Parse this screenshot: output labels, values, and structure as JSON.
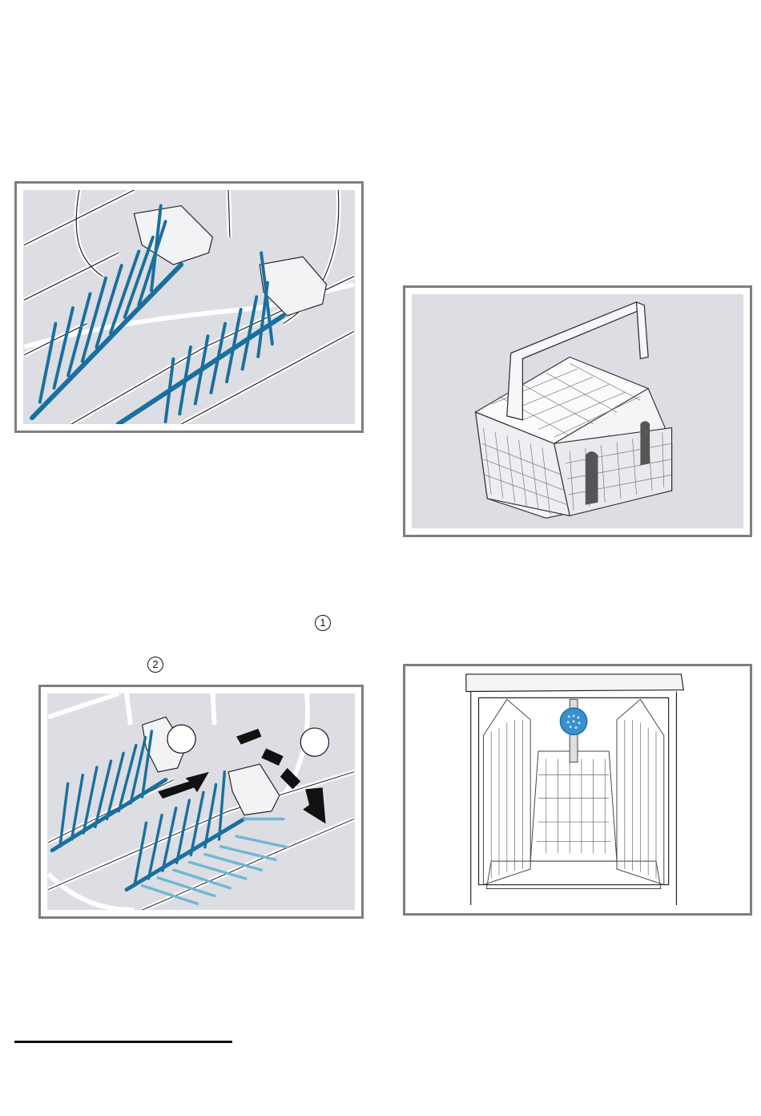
{
  "markers": {
    "m1": "1",
    "m2": "2"
  },
  "figures": {
    "fig1": {
      "name": "upper-basket-tines-figure"
    },
    "fig2": {
      "name": "cutlery-basket-figure"
    },
    "fig3": {
      "name": "fold-tines-figure"
    },
    "fig4": {
      "name": "dishwasher-open-racks-figure"
    }
  },
  "colors": {
    "panel_border": "#7e7e7e",
    "panel_fill": "#dcdee3",
    "tine_blue": "#1a6f9e",
    "tine_light_blue": "#6fb7d6",
    "spray_arm_blue": "#3a8fd0"
  }
}
